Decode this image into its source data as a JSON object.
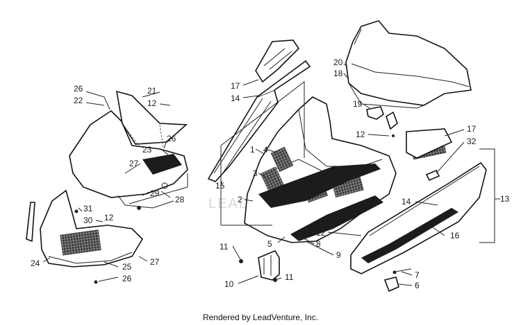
{
  "caption": "Rendered by LeadVenture, Inc.",
  "watermark": "LEADVENTURE",
  "callouts": {
    "c1": "1",
    "c2": "2",
    "c3": "3",
    "c4": "4",
    "c5": "5",
    "c6": "6",
    "c7": "7",
    "c8": "8",
    "c9": "9",
    "c10": "10",
    "c11a": "11",
    "c11b": "11",
    "c12a": "12",
    "c12b": "12",
    "c12c": "12",
    "c12d": "12",
    "c13": "13",
    "c14a": "14",
    "c14b": "14",
    "c15": "15",
    "c16": "16",
    "c17a": "17",
    "c17b": "17",
    "c18": "18",
    "c19": "19",
    "c20": "20",
    "c21": "21",
    "c22": "22",
    "c23": "23",
    "c24": "24",
    "c25": "25",
    "c26a": "26",
    "c26b": "26",
    "c26c": "26",
    "c27a": "27",
    "c27b": "27",
    "c28": "28",
    "c29": "29",
    "c30": "30",
    "c31": "31",
    "c32": "32"
  }
}
